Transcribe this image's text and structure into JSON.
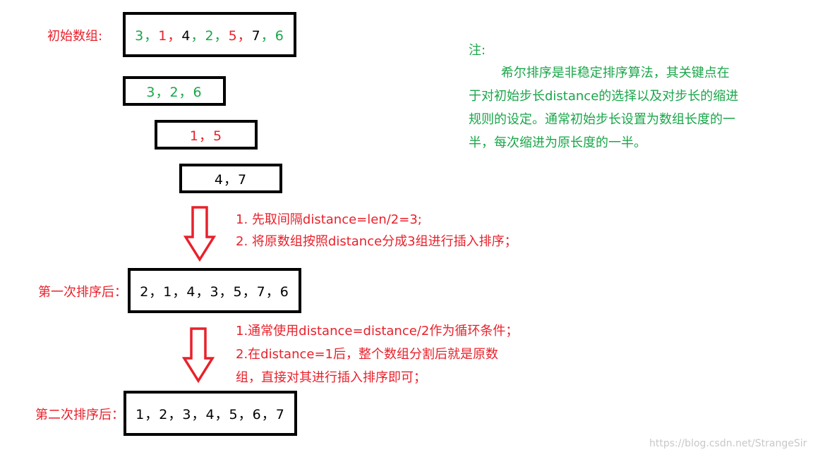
{
  "colors": {
    "red": "#e8212b",
    "green": "#1aa64a",
    "black": "#000000"
  },
  "initial": {
    "label": "初始数组:",
    "tokens": [
      {
        "t": "3",
        "c": "green"
      },
      {
        "t": "，",
        "c": "green"
      },
      {
        "t": "1",
        "c": "red"
      },
      {
        "t": "，",
        "c": "red"
      },
      {
        "t": "4",
        "c": "black"
      },
      {
        "t": "，",
        "c": "green"
      },
      {
        "t": "2",
        "c": "green"
      },
      {
        "t": "，",
        "c": "green"
      },
      {
        "t": "5",
        "c": "red"
      },
      {
        "t": "，",
        "c": "red"
      },
      {
        "t": "7",
        "c": "black"
      },
      {
        "t": "，",
        "c": "green"
      },
      {
        "t": "6",
        "c": "green"
      }
    ]
  },
  "groups": [
    {
      "text": "3，2，6",
      "color": "green"
    },
    {
      "text": "1，5",
      "color": "red"
    },
    {
      "text": "4，7",
      "color": "black"
    }
  ],
  "step1_notes": [
    "1. 先取间隔distance=len/2=3;",
    "2. 将原数组按照distance分成3组进行插入排序；"
  ],
  "first": {
    "label": "第一次排序后：",
    "value": "2，1，4，3，5，7，6"
  },
  "step2_notes": [
    "1.通常使用distance=distance/2作为循环条件；",
    "2.在distance=1后，整个数组分割后就是原数",
    "组，直接对其进行插入排序即可；"
  ],
  "second": {
    "label": "第二次排序后：",
    "value": "1，2，3，4，5，6，7"
  },
  "note": {
    "title": "注:",
    "lines": [
      "        希尔排序是非稳定排序算法，其关键点在",
      "于对初始步长distance的选择以及对步长的缩进",
      "规则的设定。通常初始步长设置为数组长度的一",
      "半，每次缩进为原长度的一半。"
    ]
  },
  "watermark": "https://blog.csdn.net/StrangeSir"
}
